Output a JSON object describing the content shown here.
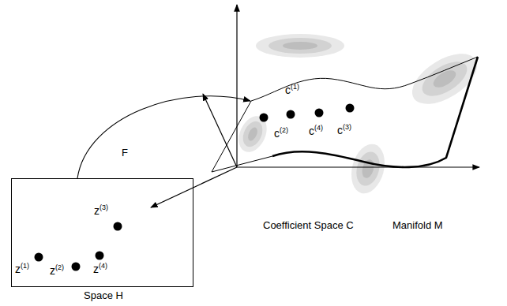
{
  "diagram": {
    "nodes": [
      {
        "text": [
          "Space H"
        ]
      },
      {
        "text": [
          "Manifold M"
        ]
      }
    ],
    "edges": [
      {
        "from": 0,
        "to": 1,
        "arrow": "to",
        "label": "F"
      }
    ],
    "labels": [
      "c(1)",
      "c(2)",
      "c(4)",
      "c(3)",
      "z(3)",
      "z(1)",
      "z(2)",
      "z(4)",
      "Coefficient Space C"
    ]
  }
}
